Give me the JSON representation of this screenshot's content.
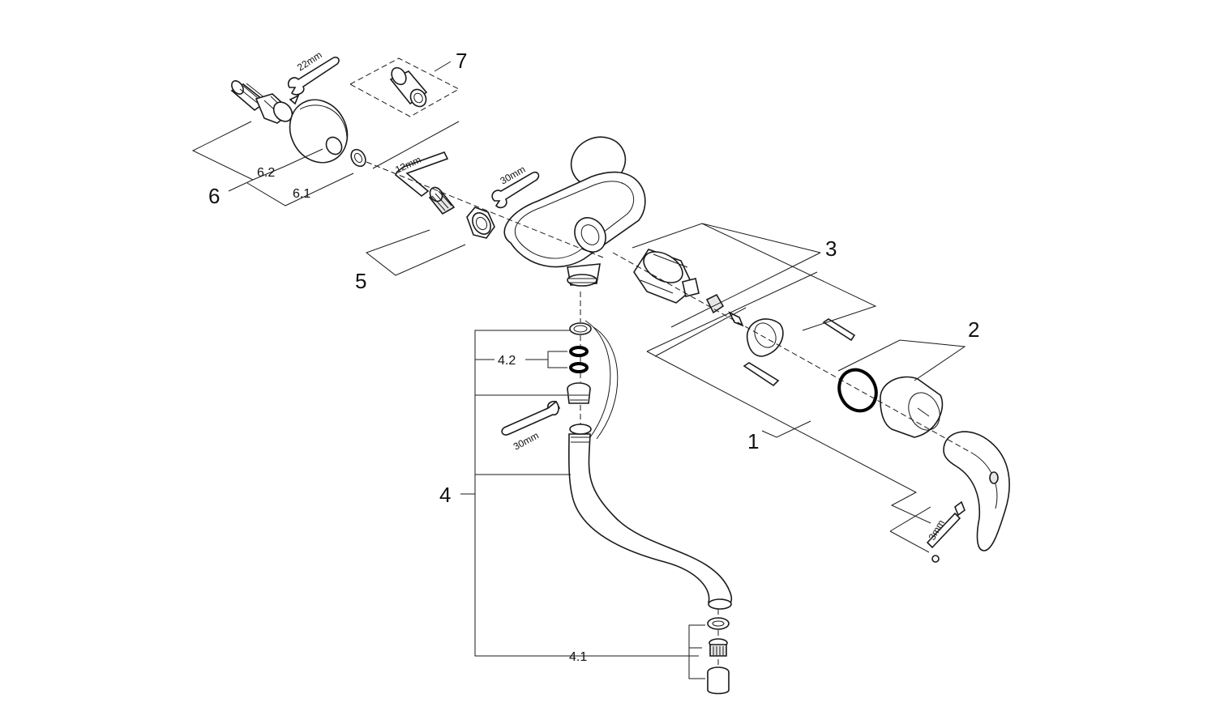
{
  "labels": {
    "main_1": "1",
    "main_2": "2",
    "main_3": "3",
    "main_4": "4",
    "main_5": "5",
    "main_6": "6",
    "main_7": "7",
    "sub_4_1": "4.1",
    "sub_4_2": "4.2",
    "sub_6_1": "6.1",
    "sub_6_2": "6.2"
  },
  "tool_sizes": {
    "wrench_top": "22mm",
    "allen_key": "12mm",
    "wrench_mid": "30mm",
    "wrench_spout": "30mm",
    "hex_key_handle": "3mm"
  }
}
